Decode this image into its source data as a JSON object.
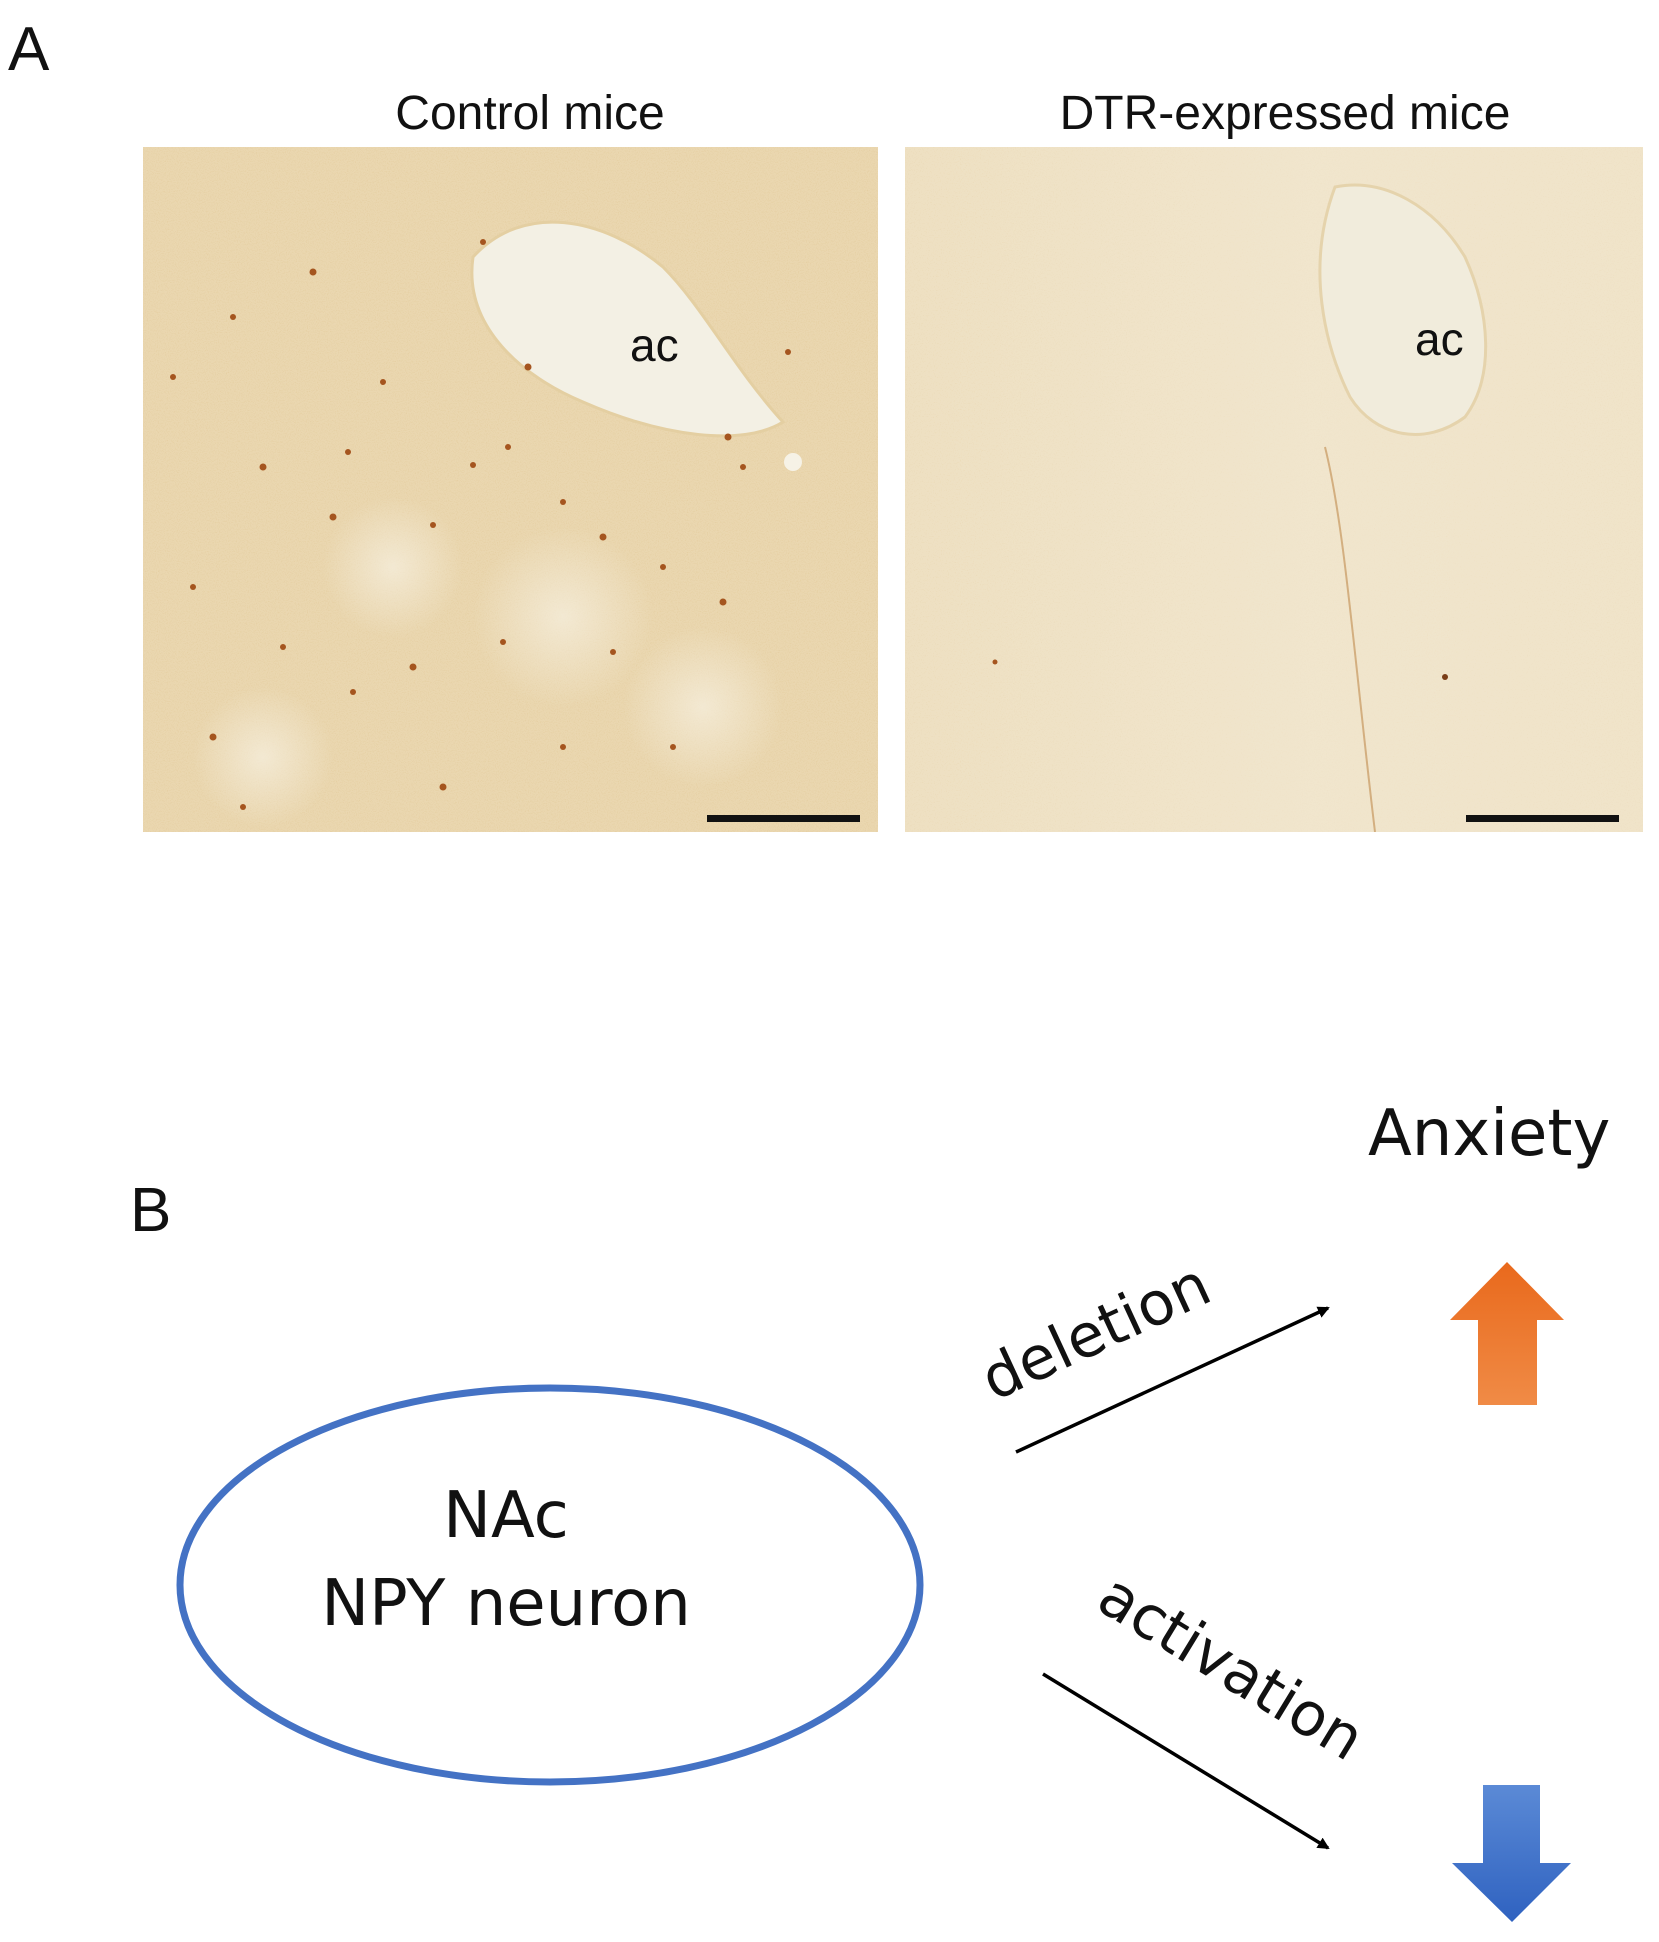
{
  "panel_a": {
    "letter": "A",
    "left_title": "Control mice",
    "right_title": "DTR-expressed mice",
    "left_region_label": "ac",
    "right_region_label": "ac"
  },
  "panel_b": {
    "letter": "B",
    "node_line1": "NAc",
    "node_line2": "NPY neuron",
    "outcome": "Anxiety",
    "edge_up_label": "deletion",
    "edge_down_label": "activation"
  },
  "colors": {
    "tissue": "#e9d3a8",
    "neuron_dot": "#a5551f",
    "ellipse_stroke": "#4472c4",
    "up_arrow": "#ed7d31",
    "down_arrow": "#4472c4"
  }
}
